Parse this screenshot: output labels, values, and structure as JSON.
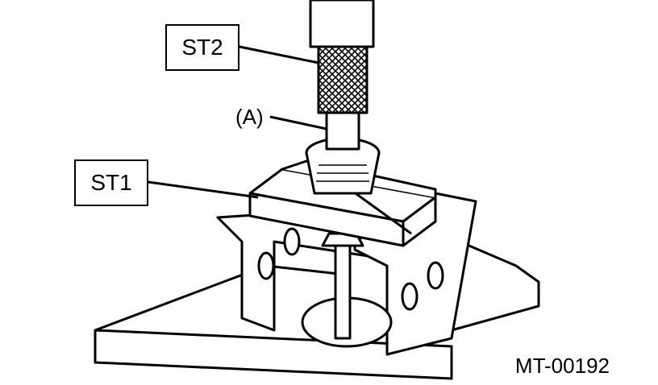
{
  "labels": {
    "st2": "ST2",
    "st1": "ST1",
    "a": "(A)",
    "figure_code": "MT-00192"
  },
  "colors": {
    "ink": "#000000",
    "paper": "#ffffff"
  }
}
